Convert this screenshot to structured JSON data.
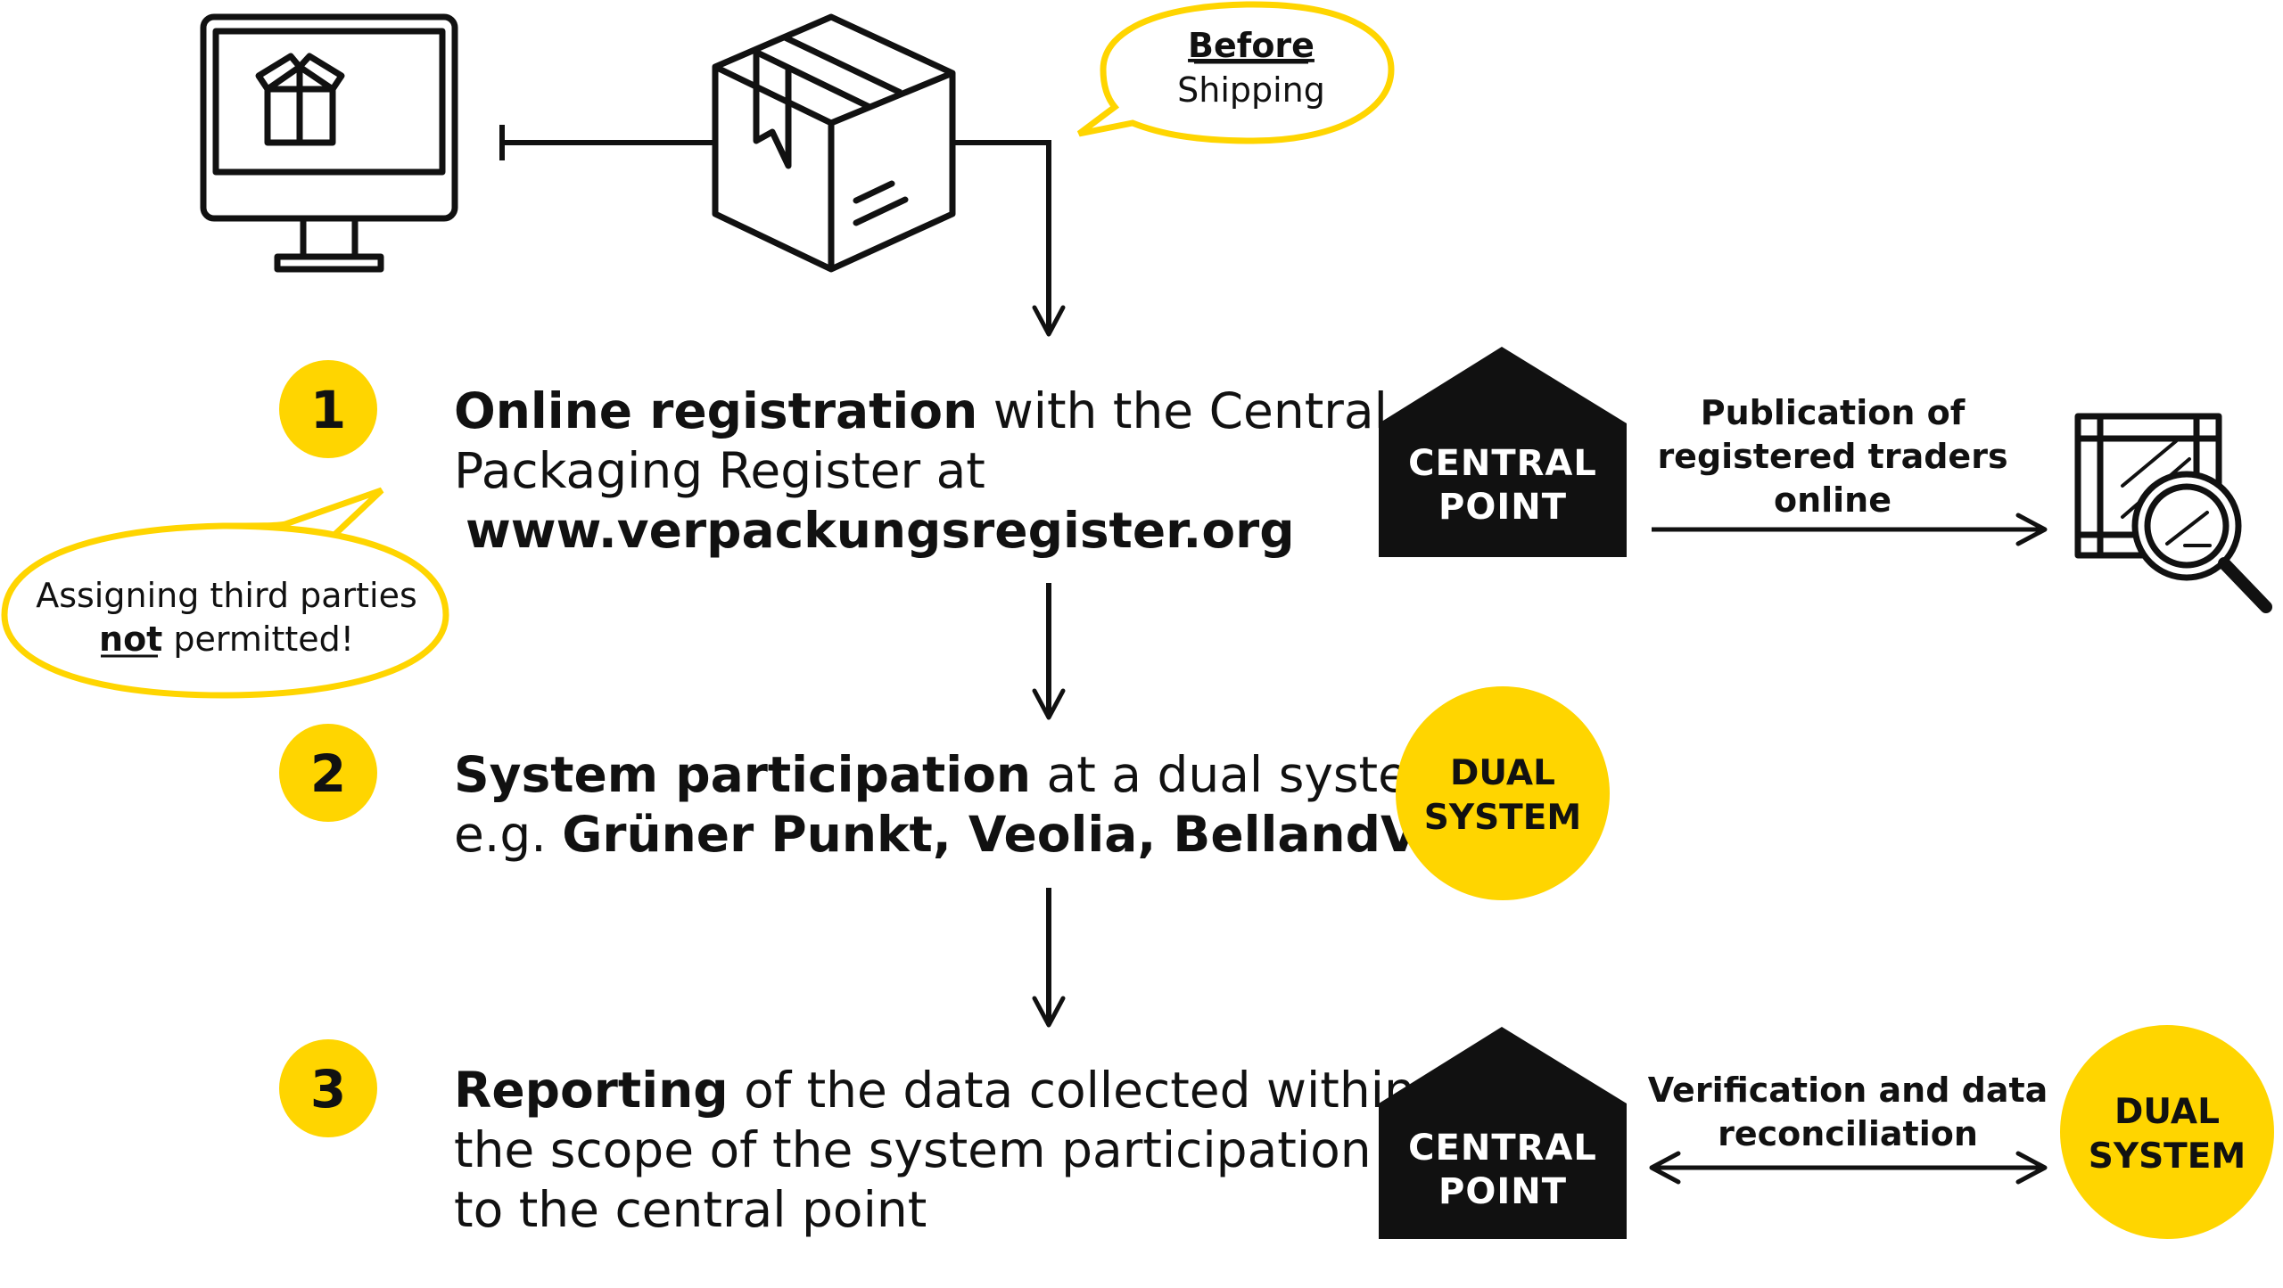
{
  "colors": {
    "accent": "#FFD500",
    "ink": "#111111",
    "background": "#FFFFFF"
  },
  "icons": [
    "computer-monitor-icon",
    "package-box-icon",
    "register-search-icon"
  ],
  "top": {
    "bubble_before": "Before",
    "bubble_shipping": "Shipping"
  },
  "note": {
    "line1": "Assigning third parties",
    "line2_underlined": "not",
    "line2_rest": " permitted!"
  },
  "steps": [
    {
      "number": "1",
      "line1_bold": "Online registration",
      "line1_rest": " with the Central",
      "line2": "Packaging Register at",
      "line3_bold": "www.verpackungsregister.org"
    },
    {
      "number": "2",
      "line1_bold": "System participation",
      "line1_rest": " at a dual system",
      "line2_prefix": "e.g. ",
      "line2_bold": "Grüner Punkt, Veolia, BellandVision"
    },
    {
      "number": "3",
      "line1_bold": "Reporting",
      "line1_rest": " of the data collected within",
      "line2": "the scope of the system participation",
      "line3": "to the central point"
    }
  ],
  "central_point": {
    "line1": "CENTRAL",
    "line2": "POINT"
  },
  "dual_system": {
    "line1": "DUAL",
    "line2": "SYSTEM"
  },
  "publication": {
    "line1": "Publication of",
    "line2": "registered traders",
    "line3": "online"
  },
  "verification": {
    "line1": "Verification and data",
    "line2": "reconciliation"
  }
}
